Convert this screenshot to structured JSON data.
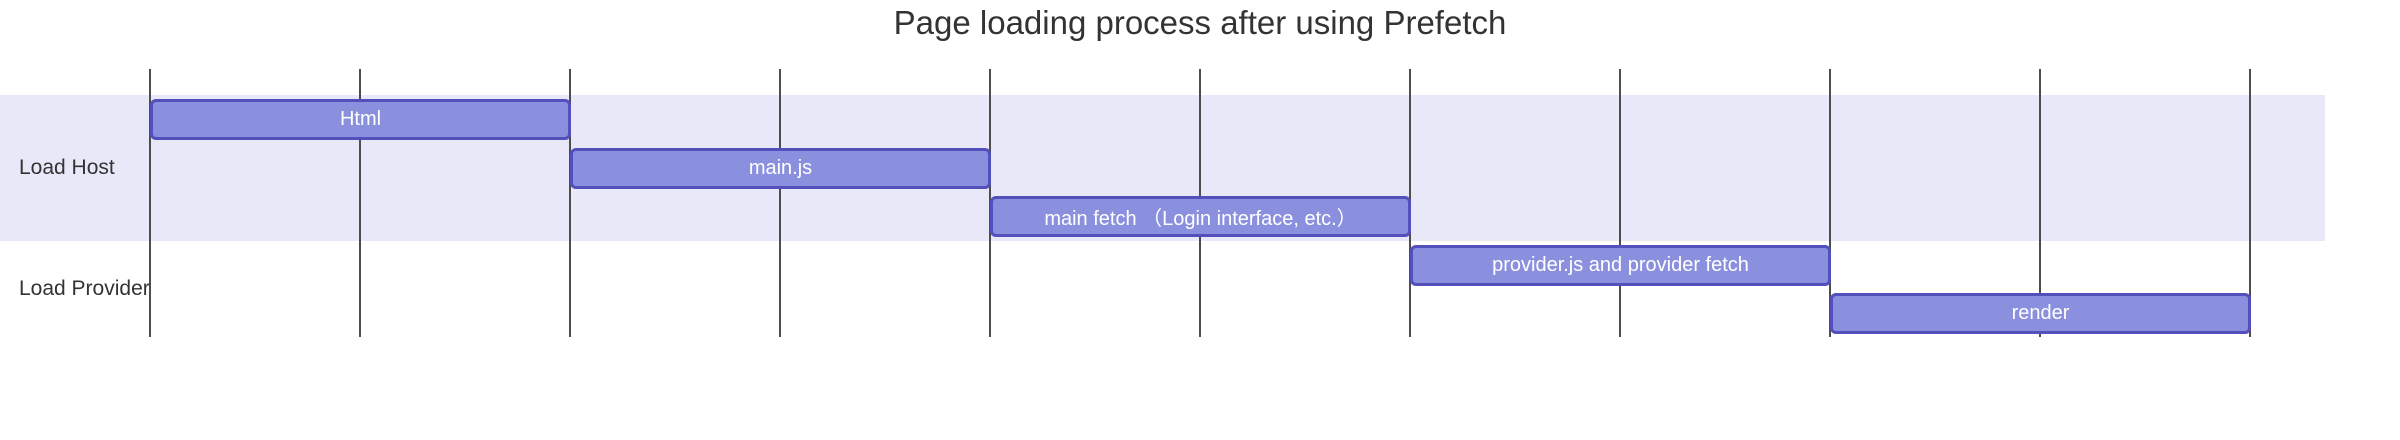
{
  "chart_data": {
    "type": "bar",
    "variant": "gantt",
    "title": "Page loading process after using Prefetch",
    "x_axis": {
      "total_units": 10,
      "grid_interval": 1,
      "gridline_count": 11,
      "tick_labels": [],
      "grid": true
    },
    "legend": false,
    "sections": [
      {
        "name": "Load Host",
        "band_color": "#e8e8f8",
        "tasks": [
          {
            "label": "Html",
            "start": 0,
            "end": 2
          },
          {
            "label": "main.js",
            "start": 2,
            "end": 4
          },
          {
            "label": "main fetch （Login interface, etc.）",
            "start": 4,
            "end": 6
          }
        ]
      },
      {
        "name": "Load Provider",
        "band_color": "#ffffff",
        "tasks": [
          {
            "label": "provider.js and provider fetch",
            "start": 6,
            "end": 8
          },
          {
            "label": "render",
            "start": 8,
            "end": 10
          }
        ]
      }
    ],
    "colors": {
      "task_fill": "#8a90dd",
      "task_border": "#534fbc",
      "task_text": "#ffffff",
      "grid_line": "#4d4d4d",
      "title_text": "#333333",
      "section_text": "#333333"
    }
  }
}
